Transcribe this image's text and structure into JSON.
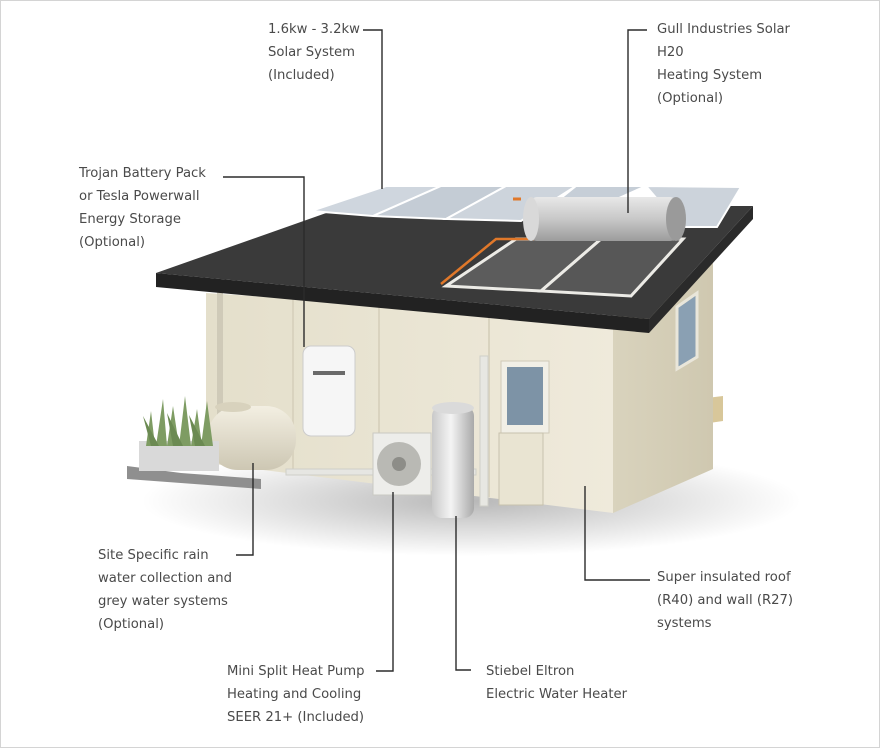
{
  "callouts": {
    "solar_system": [
      "1.6kw - 3.2kw",
      "Solar System",
      "(Included)"
    ],
    "solar_h2o": [
      "Gull Industries Solar",
      "H20",
      "Heating System",
      "(Optional)"
    ],
    "battery": [
      "Trojan Battery Pack",
      "or Tesla Powerwall",
      "Energy Storage",
      "(Optional)"
    ],
    "rain_water": [
      "Site Specific rain",
      "water collection and",
      "grey water systems",
      "(Optional)"
    ],
    "heat_pump": [
      "Mini Split Heat Pump",
      "Heating and Cooling",
      "SEER 21+ (Included)"
    ],
    "water_heater": [
      "Stiebel Eltron",
      "Electric Water Heater"
    ],
    "insulation": [
      "Super insulated roof",
      "(R40) and wall (R27)",
      "systems"
    ]
  },
  "colors": {
    "leader_line": "#2b2b2b",
    "label_text": "#4a4a4a",
    "pipe_accent": "#e0782a",
    "roof": "#3a3a3a",
    "wall": "#ebe6d4"
  }
}
